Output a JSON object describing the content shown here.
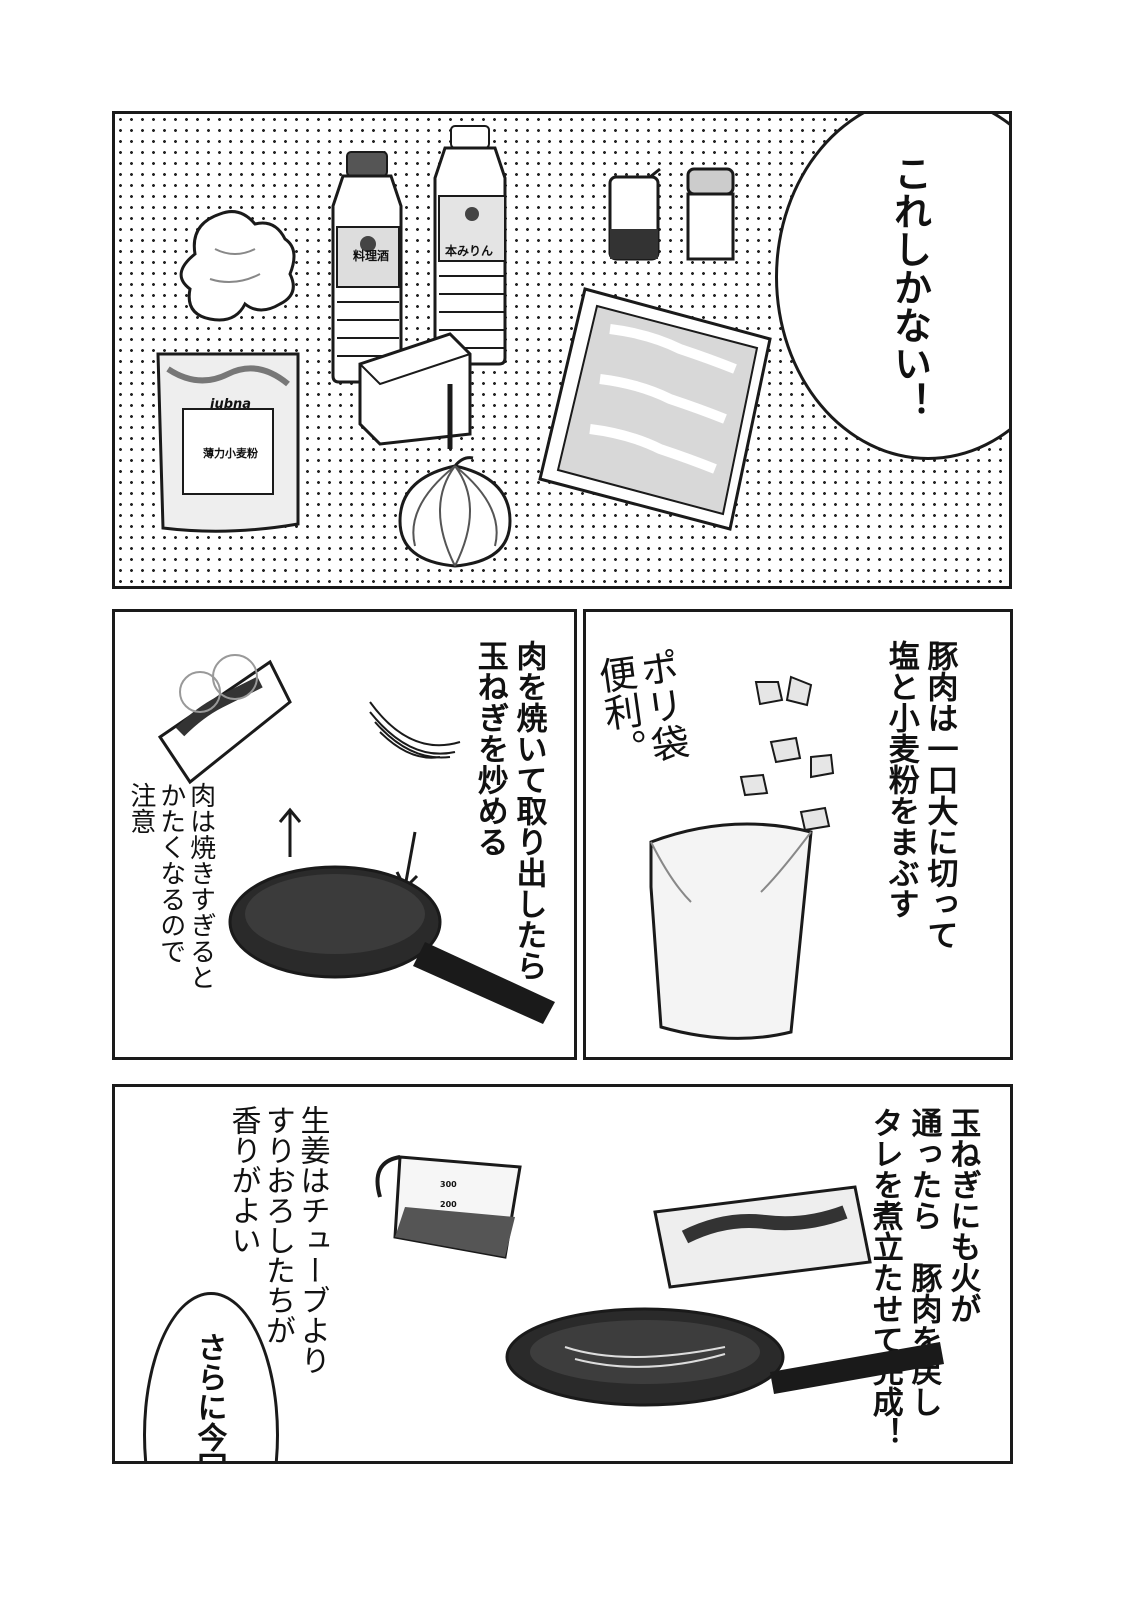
{
  "panels": {
    "top": {
      "speech": "これしかない！",
      "labels": {
        "sake": "料理酒",
        "mirin": "本みりん",
        "flour_brand": "iubna",
        "flour": "薄力小麦粉"
      }
    },
    "mid_right": {
      "narration": "豚肉は一口大に切って\n塩と小麦粉をまぶす",
      "handwritten": "ポリ袋\n便利。"
    },
    "mid_left": {
      "narration": "肉を焼いて取り出したら\n玉ねぎを炒める",
      "handwritten": "肉は焼きすぎると\nかたくなるので\n注意"
    },
    "bottom": {
      "narration": "玉ねぎにも火が\n通ったら　豚肉を戻し\nタレを煮立たせて完成！",
      "handwritten": "生姜はチューブより\nすりおろしたちが\n香りがよい",
      "cup_marks": [
        "300",
        "200"
      ],
      "speech": "さらに今回は"
    }
  },
  "colors": {
    "ink": "#1a1a1a",
    "paper": "#ffffff",
    "screen_tone": "#b5b5b5"
  }
}
